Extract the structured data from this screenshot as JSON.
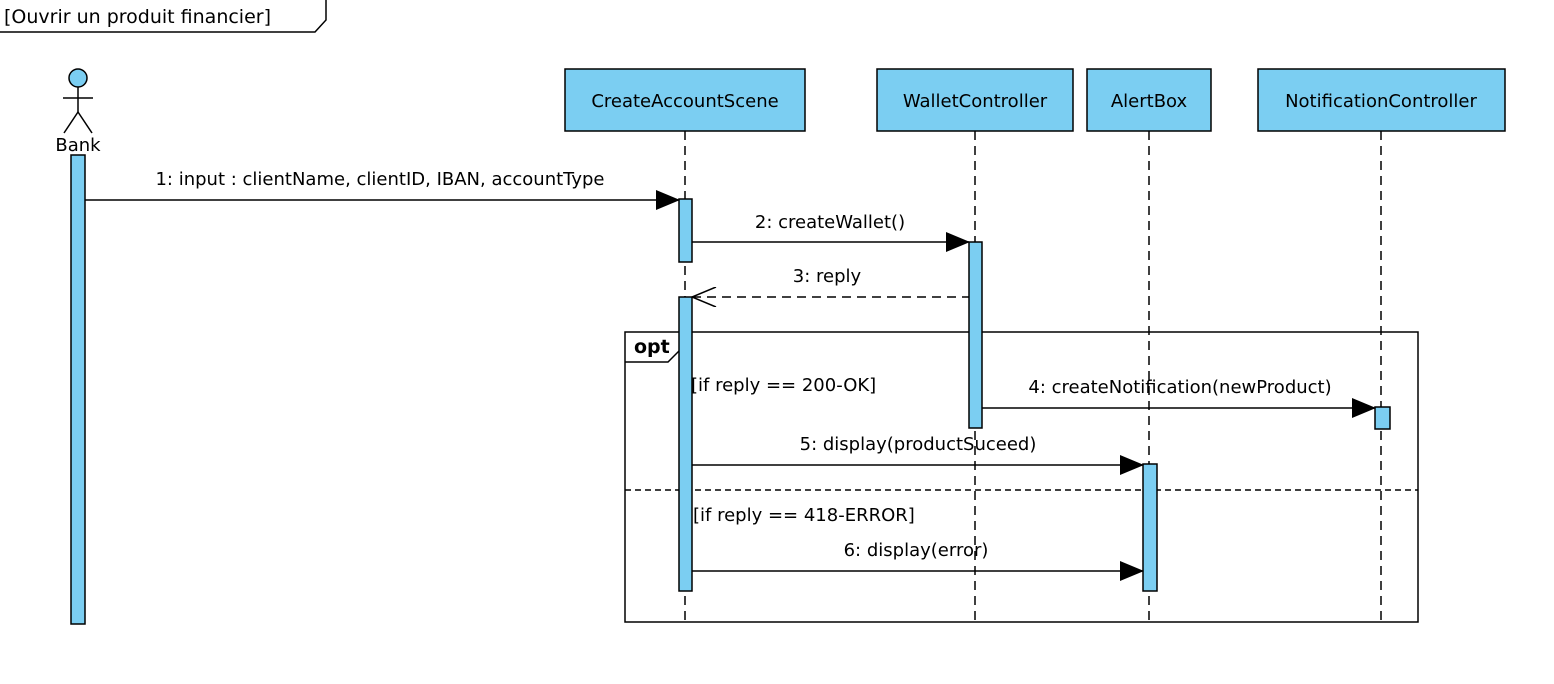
{
  "frame": {
    "title": "[Ouvrir un produit financier]"
  },
  "colors": {
    "fill": "#7bcef2",
    "stroke": "#000000"
  },
  "actor": {
    "name": "Bank"
  },
  "lifelines": [
    {
      "name": "CreateAccountScene"
    },
    {
      "name": "WalletController"
    },
    {
      "name": "AlertBox"
    },
    {
      "name": "NotificationController"
    }
  ],
  "fragment": {
    "operator": "opt",
    "guards": [
      "[if reply == 200-OK]",
      "[if reply == 418-ERROR]"
    ]
  },
  "messages": [
    {
      "label": "1: input : clientName, clientID, IBAN, accountType",
      "kind": "sync"
    },
    {
      "label": "2: createWallet()",
      "kind": "sync"
    },
    {
      "label": "3: reply",
      "kind": "reply"
    },
    {
      "label": "4: createNotification(newProduct)",
      "kind": "sync"
    },
    {
      "label": "5: display(productSuceed)",
      "kind": "sync"
    },
    {
      "label": "6: display(error)",
      "kind": "sync"
    }
  ]
}
